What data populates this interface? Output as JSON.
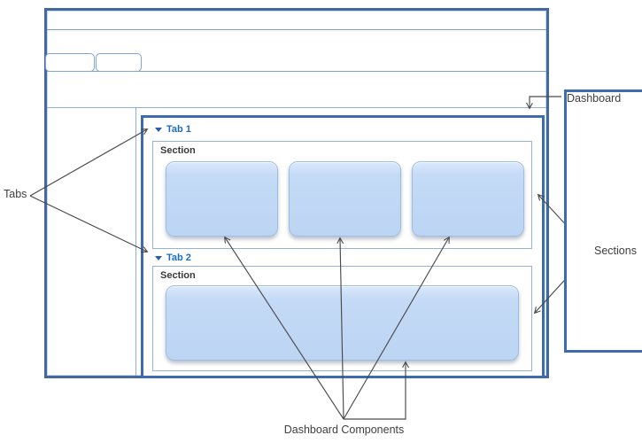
{
  "dashboard": {
    "tabs": [
      {
        "label": "Tab 1",
        "section": {
          "label": "Section",
          "component_count": 3
        }
      },
      {
        "label": "Tab 2",
        "section": {
          "label": "Section",
          "component_count": 1
        }
      }
    ]
  },
  "annotations": {
    "tabs": "Tabs",
    "dashboard": "Dashboard",
    "sections": "Sections",
    "components": "Dashboard Components"
  },
  "colors": {
    "window_border": "#44699e",
    "dashboard_border": "#3c6cad",
    "section_border": "#95b3d7",
    "component_fill": "#bed7f5",
    "component_border": "#9dbde2",
    "tab_label": "#1b6cc4",
    "annotation_text": "#404040",
    "arrow": "#4a4a4a"
  }
}
